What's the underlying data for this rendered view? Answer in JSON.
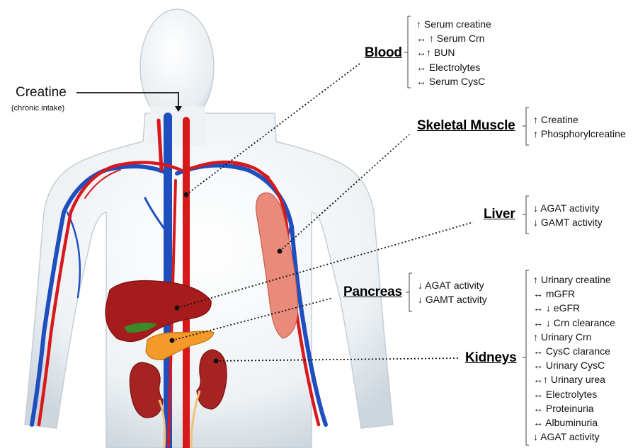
{
  "intake": {
    "label": "Creatine",
    "sublabel": "(chronic intake)"
  },
  "organs": {
    "blood": {
      "title": "Blood",
      "effects": [
        "↑ Serum creatine",
        "↔ ↑ Serum Crn",
        "↔↑ BUN",
        "↔ Electrolytes",
        "↔ Serum CysC"
      ]
    },
    "muscle": {
      "title": "Skeletal Muscle",
      "effects": [
        "↑ Creatine",
        "↑ Phosphorylcreatine"
      ]
    },
    "liver": {
      "title": "Liver",
      "effects": [
        "↓ AGAT activity",
        "↓ GAMT activity"
      ]
    },
    "pancreas": {
      "title": "Pancreas",
      "effects": [
        "↓ AGAT activity",
        "↓ GAMT activity"
      ]
    },
    "kidneys": {
      "title": "Kidneys",
      "effects": [
        "↑ Urinary creatine",
        "↔ mGFR",
        "↔ ↓ eGFR",
        "↔ ↓ Crn clearance",
        "↑ Urinary Crn",
        "↔ CysC clarance",
        "↔ Urinary CysC",
        "↔↑ Urinary urea",
        "↔ Electrolytes",
        "↔ Proteinuria",
        "↔ Albuminuria",
        "↓ AGAT activity"
      ]
    }
  },
  "colors": {
    "artery": "#d7191c",
    "vein": "#1f4fbf",
    "body": "#e9eef2",
    "muscle": "#e98a7a",
    "liver": "#a61c1c",
    "pancreas": "#f39a2a",
    "kidney": "#a52320",
    "gallbladder": "#3a8a2a"
  }
}
